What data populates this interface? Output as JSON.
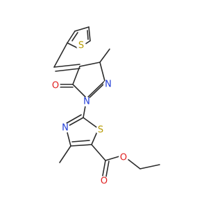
{
  "molecule": {
    "atoms": [
      {
        "id": "s-thiophene",
        "symbol": "S",
        "color": "#b59a00"
      },
      {
        "id": "o-carbonyl",
        "symbol": "O",
        "color": "#e02020"
      },
      {
        "id": "n-pyrazole-1",
        "symbol": "N",
        "color": "#1f3bd6"
      },
      {
        "id": "n-pyrazole-2",
        "symbol": "N",
        "color": "#1f3bd6"
      },
      {
        "id": "n-thiazole",
        "symbol": "N",
        "color": "#1f3bd6"
      },
      {
        "id": "s-thiazole",
        "symbol": "S",
        "color": "#b59a00"
      },
      {
        "id": "o-ester-carbonyl",
        "symbol": "O",
        "color": "#e02020"
      },
      {
        "id": "o-ester",
        "symbol": "O",
        "color": "#e02020"
      }
    ],
    "bond_color": "#2b2b2b"
  }
}
